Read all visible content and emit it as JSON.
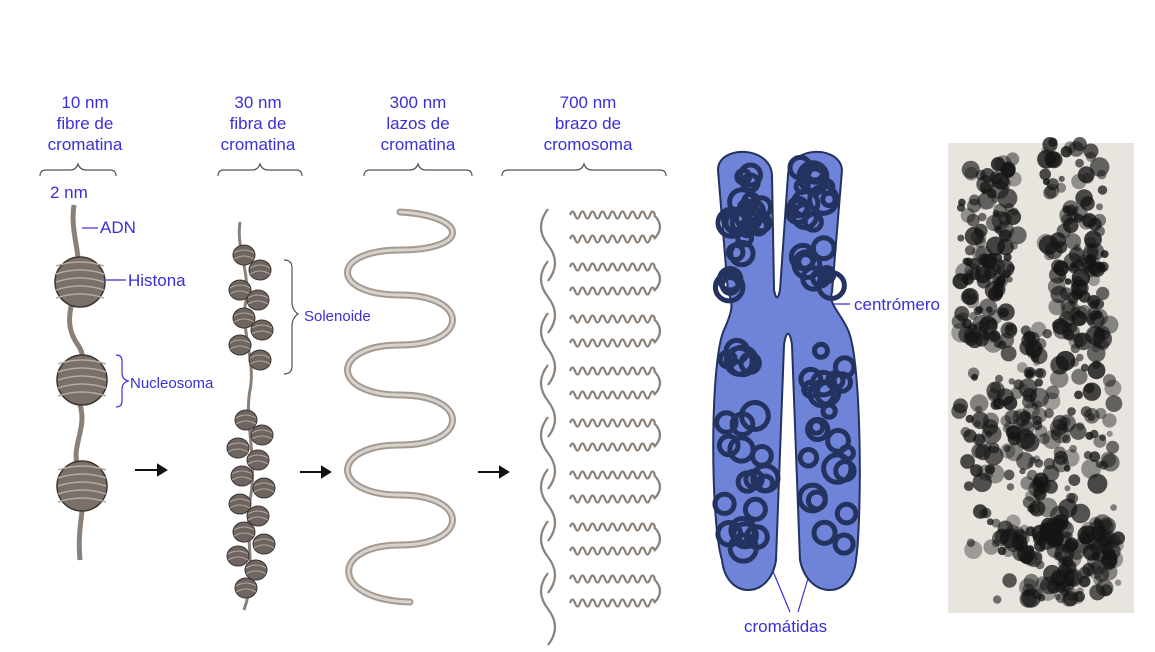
{
  "stages": [
    {
      "size": "10 nm",
      "line1": "fibre de",
      "line2": "cromatina"
    },
    {
      "size": "30 nm",
      "line1": "fibra de",
      "line2": "cromatina"
    },
    {
      "size": "300 nm",
      "line1": "lazos de",
      "line2": "cromatina"
    },
    {
      "size": "700 nm",
      "line1": "brazo de",
      "line2": "cromosoma"
    }
  ],
  "labels": {
    "dna_width": "2 nm",
    "dna": "ADN",
    "histone": "Histona",
    "nucleosome": "Nucleosoma",
    "solenoid": "Solenoide",
    "centromere": "centrómero",
    "chromatids": "cromátidas"
  },
  "colors": {
    "label_text": "#3a2fd6",
    "fiber": "#8a8078",
    "chromosome_fill": "#6f84d8",
    "chromosome_coil": "#24325f",
    "photo_dark": "#151515"
  }
}
